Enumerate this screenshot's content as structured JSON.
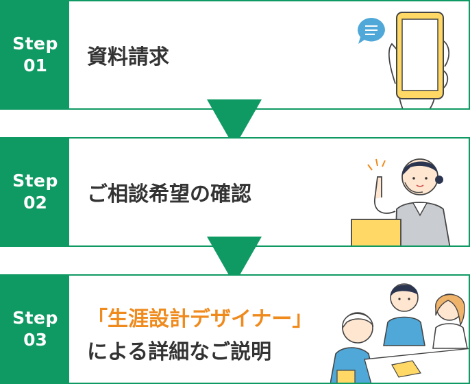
{
  "steps": [
    {
      "label": "Step",
      "number": "01",
      "title": "資料請求"
    },
    {
      "label": "Step",
      "number": "02",
      "title": "ご相談希望の確認"
    },
    {
      "label": "Step",
      "number": "03",
      "title_highlight": "「生涯設計デザイナー」",
      "title": "による詳細なご説明"
    }
  ],
  "colors": {
    "green": "#0f9a63",
    "orange": "#ef8a1d",
    "text": "#333333",
    "yellow": "#ffe08a"
  },
  "icons": [
    "arrow-down-icon",
    "tablet-hand-illustration",
    "operator-illustration",
    "meeting-illustration"
  ]
}
